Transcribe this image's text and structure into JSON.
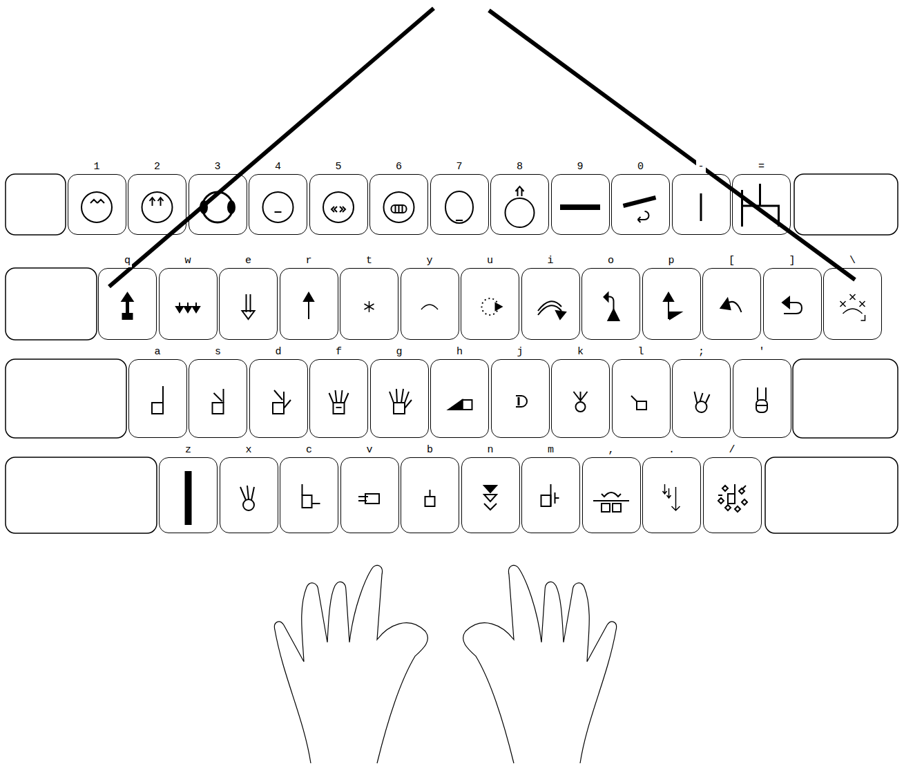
{
  "diagram": {
    "nodes": [
      {
        "text": [
          "1"
        ]
      },
      {
        "text": [
          "2"
        ]
      },
      {
        "text": [
          "3"
        ]
      },
      {
        "text": [
          "4"
        ]
      },
      {
        "text": [
          "5"
        ]
      },
      {
        "text": [
          "6"
        ]
      },
      {
        "text": [
          "7"
        ]
      },
      {
        "text": [
          "8"
        ]
      },
      {
        "text": [
          "9"
        ]
      },
      {
        "text": [
          "0"
        ]
      },
      {
        "text": [
          "-"
        ]
      },
      {
        "text": [
          "="
        ]
      },
      {
        "text": [
          "q"
        ]
      },
      {
        "text": [
          "w"
        ]
      },
      {
        "text": [
          "e"
        ]
      },
      {
        "text": [
          "r"
        ]
      },
      {
        "text": [
          "t"
        ]
      },
      {
        "text": [
          "y"
        ]
      },
      {
        "text": [
          "u"
        ]
      },
      {
        "text": [
          "i"
        ]
      },
      {
        "text": [
          "o"
        ]
      },
      {
        "text": [
          "p"
        ]
      },
      {
        "text": [
          "["
        ]
      },
      {
        "text": [
          "]"
        ]
      },
      {
        "text": [
          "\\"
        ]
      },
      {
        "text": [
          "a"
        ]
      },
      {
        "text": [
          "s"
        ]
      },
      {
        "text": [
          "d"
        ]
      },
      {
        "text": [
          "f"
        ]
      },
      {
        "text": [
          "g"
        ]
      },
      {
        "text": [
          "h"
        ]
      },
      {
        "text": [
          "j"
        ]
      },
      {
        "text": [
          "k"
        ]
      },
      {
        "text": [
          "l"
        ]
      },
      {
        "text": [
          ";"
        ]
      },
      {
        "text": [
          "'"
        ]
      },
      {
        "text": [
          "z"
        ]
      },
      {
        "text": [
          "x"
        ]
      },
      {
        "text": [
          "c"
        ]
      },
      {
        "text": [
          "v"
        ]
      },
      {
        "text": [
          "b"
        ]
      },
      {
        "text": [
          "n"
        ]
      },
      {
        "text": [
          "m"
        ]
      },
      {
        "text": [
          ","
        ]
      },
      {
        "text": [
          "."
        ]
      },
      {
        "text": [
          "/"
        ]
      }
    ]
  }
}
